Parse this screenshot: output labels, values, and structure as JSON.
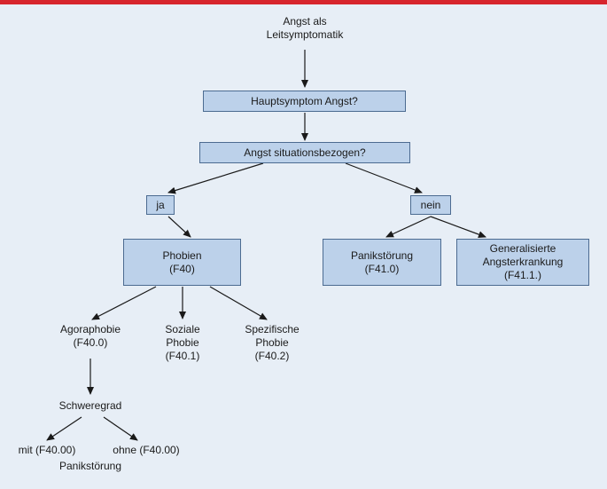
{
  "colors": {
    "accent_bar": "#d7252d",
    "background": "#e7eef6",
    "box_fill": "#bcd1ea",
    "box_border": "#4c6b91",
    "edge": "#1a1a1a"
  },
  "nodes": {
    "root": [
      "Angst als",
      "Leitsymptomatik"
    ],
    "hauptsymptom": [
      "Hauptsymptom Angst?"
    ],
    "situationsbezogen": [
      "Angst situationsbezogen?"
    ],
    "ja": [
      "ja"
    ],
    "nein": [
      "nein"
    ],
    "phobien": [
      "Phobien",
      "(F40)"
    ],
    "panikstoerung": [
      "Panikstörung",
      "(F41.0)"
    ],
    "generalisierte": [
      "Generalisierte",
      "Angsterkrankung",
      "(F41.1.)"
    ],
    "agoraphobie": [
      "Agoraphobie",
      "(F40.0)"
    ],
    "soziale": [
      "Soziale",
      "Phobie",
      "(F40.1)"
    ],
    "spezifische": [
      "Spezifische",
      "Phobie",
      "(F40.2)"
    ],
    "schweregrad": [
      "Schweregrad"
    ],
    "mit": [
      "mit (F40.00)"
    ],
    "ohne": [
      "ohne (F40.00)"
    ],
    "panik_label": [
      "Panikstörung"
    ]
  }
}
